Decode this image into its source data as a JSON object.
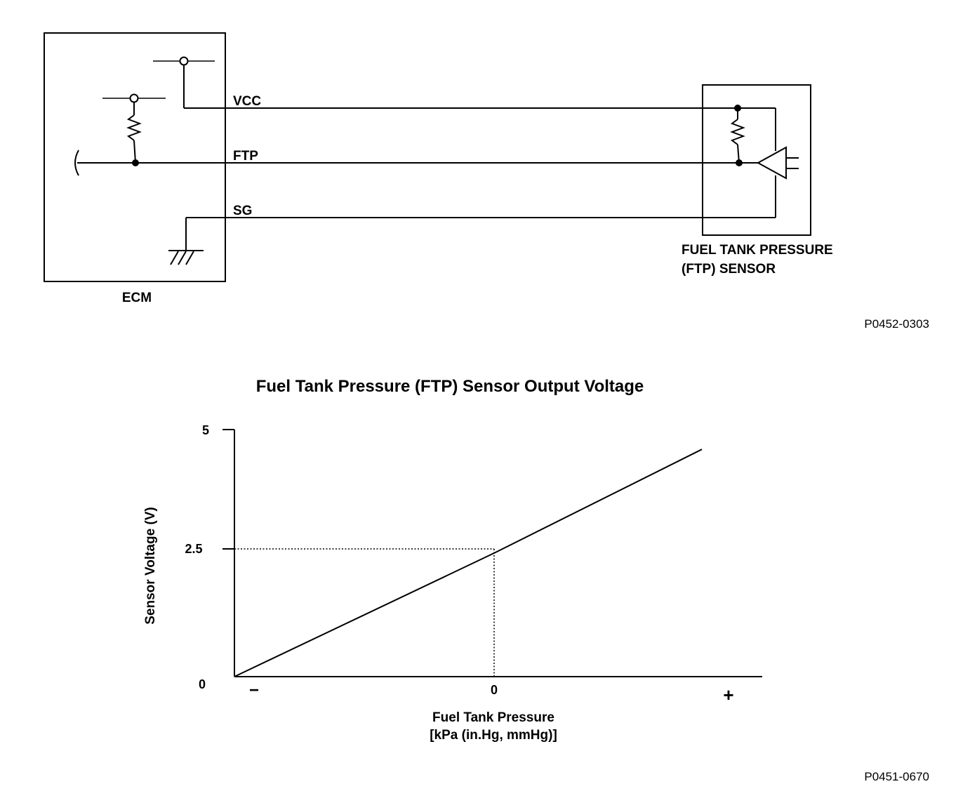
{
  "wiring": {
    "signals": {
      "vcc": "VCC",
      "ftp": "FTP",
      "sg": "SG"
    },
    "ecm_label": "ECM",
    "sensor_label_line1": "FUEL TANK PRESSURE",
    "sensor_label_line2": "(FTP) SENSOR",
    "figure_code": "P0452-0303"
  },
  "chart_data": {
    "type": "line",
    "title": "Fuel Tank Pressure (FTP) Sensor Output Voltage",
    "xlabel_line1": "Fuel Tank Pressure",
    "xlabel_line2": "[kPa (in.Hg, mmHg)]",
    "ylabel": "Sensor Voltage (V)",
    "x_tick_labels": [
      "−",
      "0",
      "+"
    ],
    "y_tick_labels": [
      "0",
      "2.5",
      "5"
    ],
    "ylim": [
      0,
      5
    ],
    "series": [
      {
        "x": [
          -1,
          0,
          0.8
        ],
        "y": [
          0,
          2.5,
          4.6
        ]
      }
    ],
    "reference": {
      "x": 0,
      "y": 2.5
    },
    "figure_code": "P0451-0670"
  }
}
